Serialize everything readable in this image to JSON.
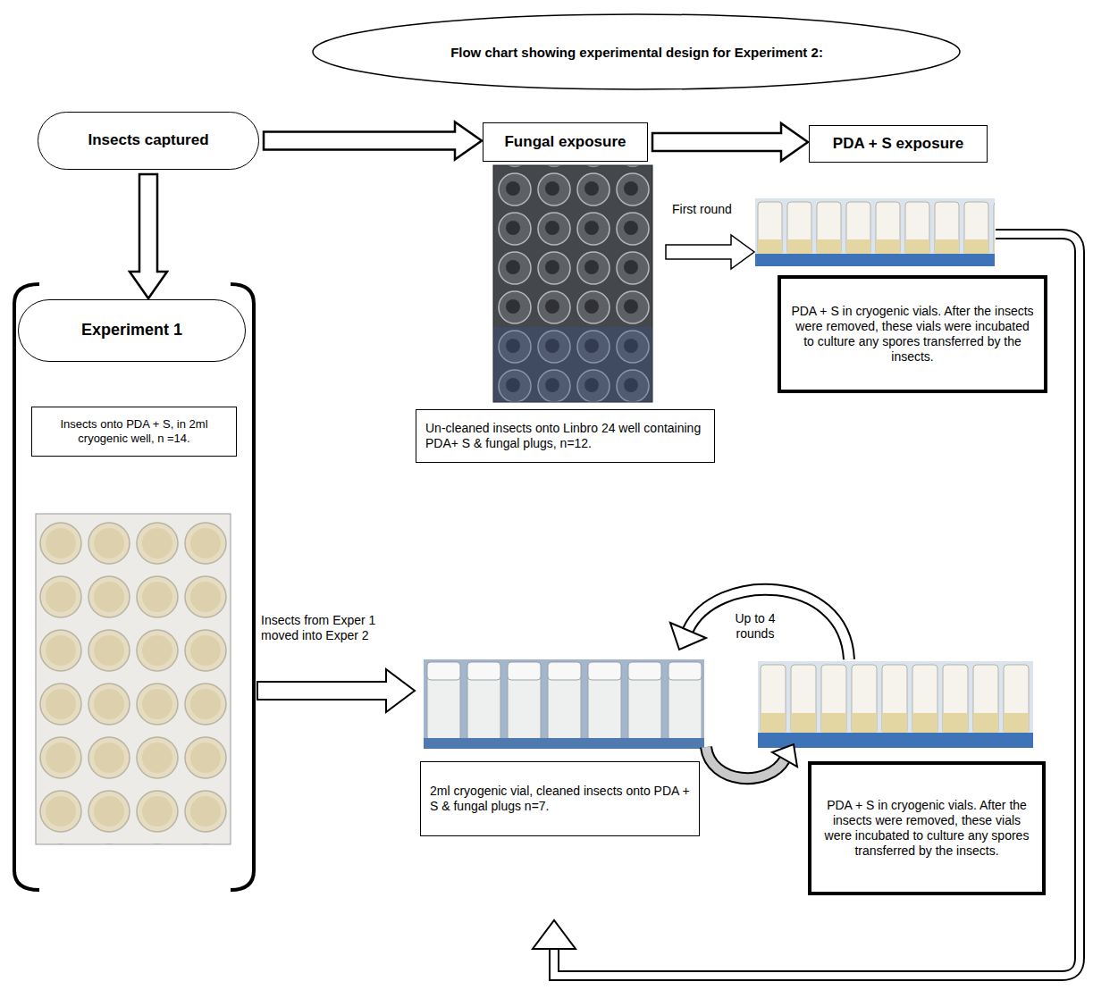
{
  "diagram": {
    "title": "Flow chart showing experimental design for Experiment 2:",
    "nodes": [
      {
        "text": [
          "Insects captured"
        ]
      },
      {
        "text": [
          "Fungal exposure"
        ]
      },
      {
        "text": [
          "PDA + S exposure"
        ]
      },
      {
        "text": [
          "Experiment 1"
        ]
      },
      {
        "text": [
          "Insects onto PDA + S, in 2ml cryogenic well, n =14."
        ]
      },
      {
        "text": [
          "Un-cleaned insects onto Linbro 24 well containing PDA+ S & fungal plugs, n=12."
        ]
      },
      {
        "text": [
          "PDA + S in cryogenic vials. After the insects were removed, these vials were incubated to culture any spores transferred by the insects."
        ]
      },
      {
        "text": [
          "2ml cryogenic vial, cleaned insects onto PDA + S & fungal plugs n=7."
        ]
      },
      {
        "text": [
          "PDA + S in cryogenic vials. After the insects were removed, these vials were incubated to culture any spores transferred by the insects."
        ]
      }
    ],
    "edges": [
      {
        "from": 0,
        "to": 1,
        "arrow": "to"
      },
      {
        "from": 1,
        "to": 2,
        "arrow": "to"
      },
      {
        "from": 0,
        "to": 3,
        "arrow": "to"
      }
    ],
    "labels": [
      "First round",
      "Insects from Exper 1 moved into Exper 2",
      "Up to 4 rounds"
    ]
  }
}
